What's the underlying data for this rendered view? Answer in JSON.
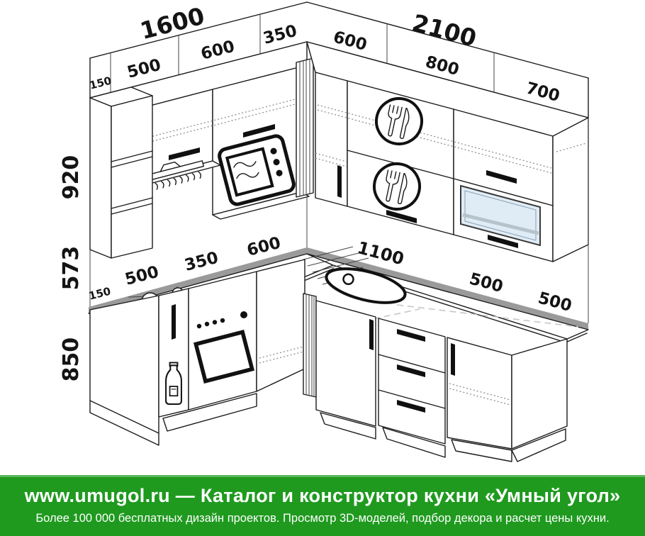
{
  "diagram": {
    "type": "corner-kitchen-dimension-drawing",
    "units": "mm",
    "walls": {
      "left": {
        "total": "1600",
        "segments": [
          "150",
          "500",
          "600",
          "350"
        ]
      },
      "right": {
        "total": "2100",
        "segments": [
          "600",
          "800",
          "700"
        ]
      }
    },
    "heights": {
      "upper_cabinets": "920",
      "apron_gap": "573",
      "base_cabinets": "850"
    },
    "countertop": {
      "left_segments": [
        "150",
        "500",
        "350",
        "600"
      ],
      "right_segments": [
        "1100",
        "500",
        "500"
      ]
    },
    "icons": {
      "cutlery": "fork-knife-circle",
      "microwave": "microwave",
      "hood": "extractor-hood",
      "cooktop": "4-burner-cooktop",
      "oven": "oven-front",
      "bottle": "bottle-carousel",
      "sink": "oval-sink",
      "glass": "glass-door"
    },
    "colors": {
      "line": "#1b1b1b",
      "counter_band": "#9a9a9a",
      "glass_fill": "#dfecf6",
      "hidden_dash": "#c6c6c6"
    }
  },
  "labels": {
    "total_left": "1600",
    "total_right": "2100",
    "ul_150": "150",
    "ul_500": "500",
    "ul_600": "600",
    "ul_350": "350",
    "ur_600": "600",
    "ur_800": "800",
    "ur_700": "700",
    "h_upper": "920",
    "h_gap": "573",
    "h_base": "850",
    "cl_150": "150",
    "cl_500": "500",
    "cl_350": "350",
    "cl_600": "600",
    "cr_1100": "1100",
    "cr_500a": "500",
    "cr_500b": "500"
  },
  "footer": {
    "line1": "www.umugol.ru — Каталог и конструктор кухни «Умный угол»",
    "line2": "Более 100 000 бесплатных дизайн проектов. Просмотр 3D-моделей, подбор декора и расчет цены кухни.",
    "bg_color": "#1f9a1f",
    "text_color": "#ffffff"
  }
}
